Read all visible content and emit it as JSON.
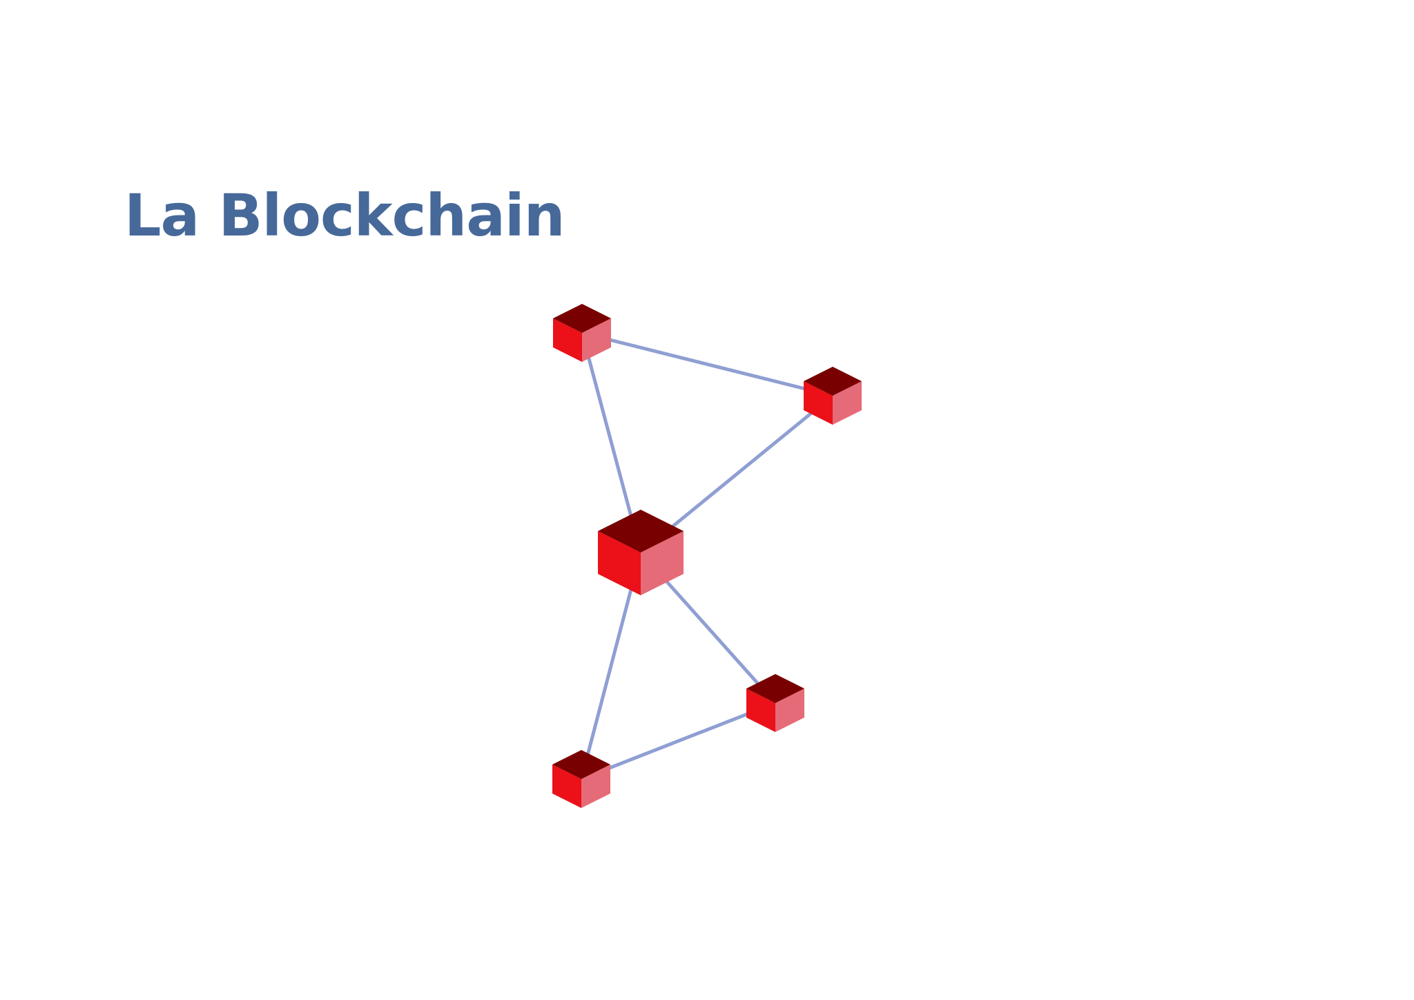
{
  "title": "La Blockchain",
  "colors": {
    "title": "#46699a",
    "edge": "#8f9fd3",
    "cube_top": "#780000",
    "cube_left": "#ec1018",
    "cube_right": "#e56b78"
  },
  "diagram": {
    "nodes": [
      {
        "id": "top-left-block",
        "icon": "cube-icon"
      },
      {
        "id": "top-right-block",
        "icon": "cube-icon"
      },
      {
        "id": "center-block",
        "icon": "cube-icon"
      },
      {
        "id": "bottom-right-block",
        "icon": "cube-icon"
      },
      {
        "id": "bottom-left-block",
        "icon": "cube-icon"
      }
    ],
    "edges": [
      {
        "from": "top-left-block",
        "to": "top-right-block"
      },
      {
        "from": "top-left-block",
        "to": "center-block"
      },
      {
        "from": "top-right-block",
        "to": "center-block"
      },
      {
        "from": "center-block",
        "to": "bottom-left-block"
      },
      {
        "from": "center-block",
        "to": "bottom-right-block"
      },
      {
        "from": "bottom-left-block",
        "to": "bottom-right-block"
      }
    ]
  }
}
